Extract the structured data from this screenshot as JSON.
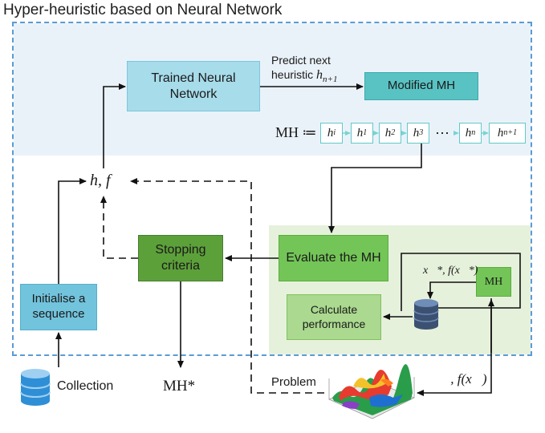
{
  "title": "Hyper-heuristic based on Neural Network",
  "boxes": {
    "trained_nn": "Trained Neural Network",
    "modified_mh": "Modified MH",
    "evaluate_mh": "Evaluate the MH",
    "calculate_performance": "Calculate performance",
    "stopping_criteria": "Stopping criteria",
    "mh": "MH",
    "initialise_sequence": "Initialise a sequence"
  },
  "labels": {
    "predict_line1": "Predict next",
    "predict_line2": "heuristic",
    "predict_var": "h",
    "predict_sub": "n+1",
    "hf": "h, f",
    "mh_def": "MH ≔",
    "x_star": "x⃗*, f(x⃗*)",
    "collection": "Collection",
    "mh_star": "MH*",
    "problem": "Problem",
    "domain": "𝔛, f(x⃗)"
  },
  "sequence": [
    {
      "base": "h",
      "sub": "i"
    },
    {
      "base": "h",
      "sub": "1"
    },
    {
      "base": "h",
      "sub": "2"
    },
    {
      "base": "h",
      "sub": "3"
    },
    {
      "base": "⋯",
      "sub": ""
    },
    {
      "base": "h",
      "sub": "n"
    },
    {
      "base": "h",
      "sub": "n+1"
    }
  ],
  "colors": {
    "frame": "#5b9bd5",
    "top_band": "#eaf2f9",
    "green_band": "#e6f1dc",
    "trained_nn": "#a7dcea",
    "modified_mh": "#59c2c2",
    "evaluate": "#73c557",
    "calculate": "#aad98f",
    "stopping": "#5ca03a",
    "initialise": "#72c3dc"
  },
  "icons": [
    "database-icon",
    "collection-database-icon",
    "surface-plot-icon"
  ]
}
